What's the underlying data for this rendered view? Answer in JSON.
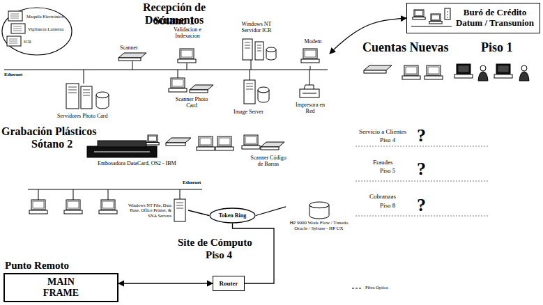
{
  "diagram": {
    "nodes": [
      {
        "text": [
          "Buró de Crédito Datum / Transunion"
        ]
      },
      {
        "text": [
          "Modem"
        ]
      },
      {
        "text": [
          "Windows NT File, Data Base, Office Printer, & SNA Servers"
        ]
      },
      {
        "text": [
          "Token Ring"
        ]
      },
      {
        "text": [
          "HP 9000 Work Flow / Tuxedo Oracle / Sybase - HP UX"
        ]
      },
      {
        "text": [
          "Router"
        ]
      },
      {
        "text": [
          "Punto Remoto",
          "MAIN FRAME"
        ]
      }
    ],
    "edges": [
      {
        "from": 0,
        "to": 1,
        "arrow": "both"
      },
      {
        "from": 2,
        "to": 3,
        "arrow": "none"
      },
      {
        "from": 3,
        "to": 4,
        "arrow": "none"
      },
      {
        "from": 3,
        "to": 5,
        "arrow": "none"
      },
      {
        "from": 5,
        "to": 6,
        "arrow": "both"
      }
    ],
    "labels": [
      "Recepción de Documentos",
      "Sótano 1",
      "Maquila Electrónica",
      "Vigilancia Lanterna",
      "ICR",
      "Scanner",
      "Validacion e Indexacion",
      "Windows NT Servidor ICR",
      "Cuentas Nuevas",
      "Piso 1",
      "Ethernet",
      "Servidores Photo Card",
      "Scanner Photo Card",
      "Image Server",
      "Impresora en Red",
      "Grabación Plásticos",
      "Sótano 2",
      "Embosadora DataCard, OS2 - IBM",
      "Scanner Código de Barras",
      "Servicio a Clientes",
      "Piso 4",
      "?",
      "Fraudes",
      "Piso 5",
      "?",
      "Cobranzas",
      "Piso 8",
      "?",
      "Ethernet",
      "Site de Cómputo",
      "Piso 4",
      "Fibra Optica"
    ]
  }
}
